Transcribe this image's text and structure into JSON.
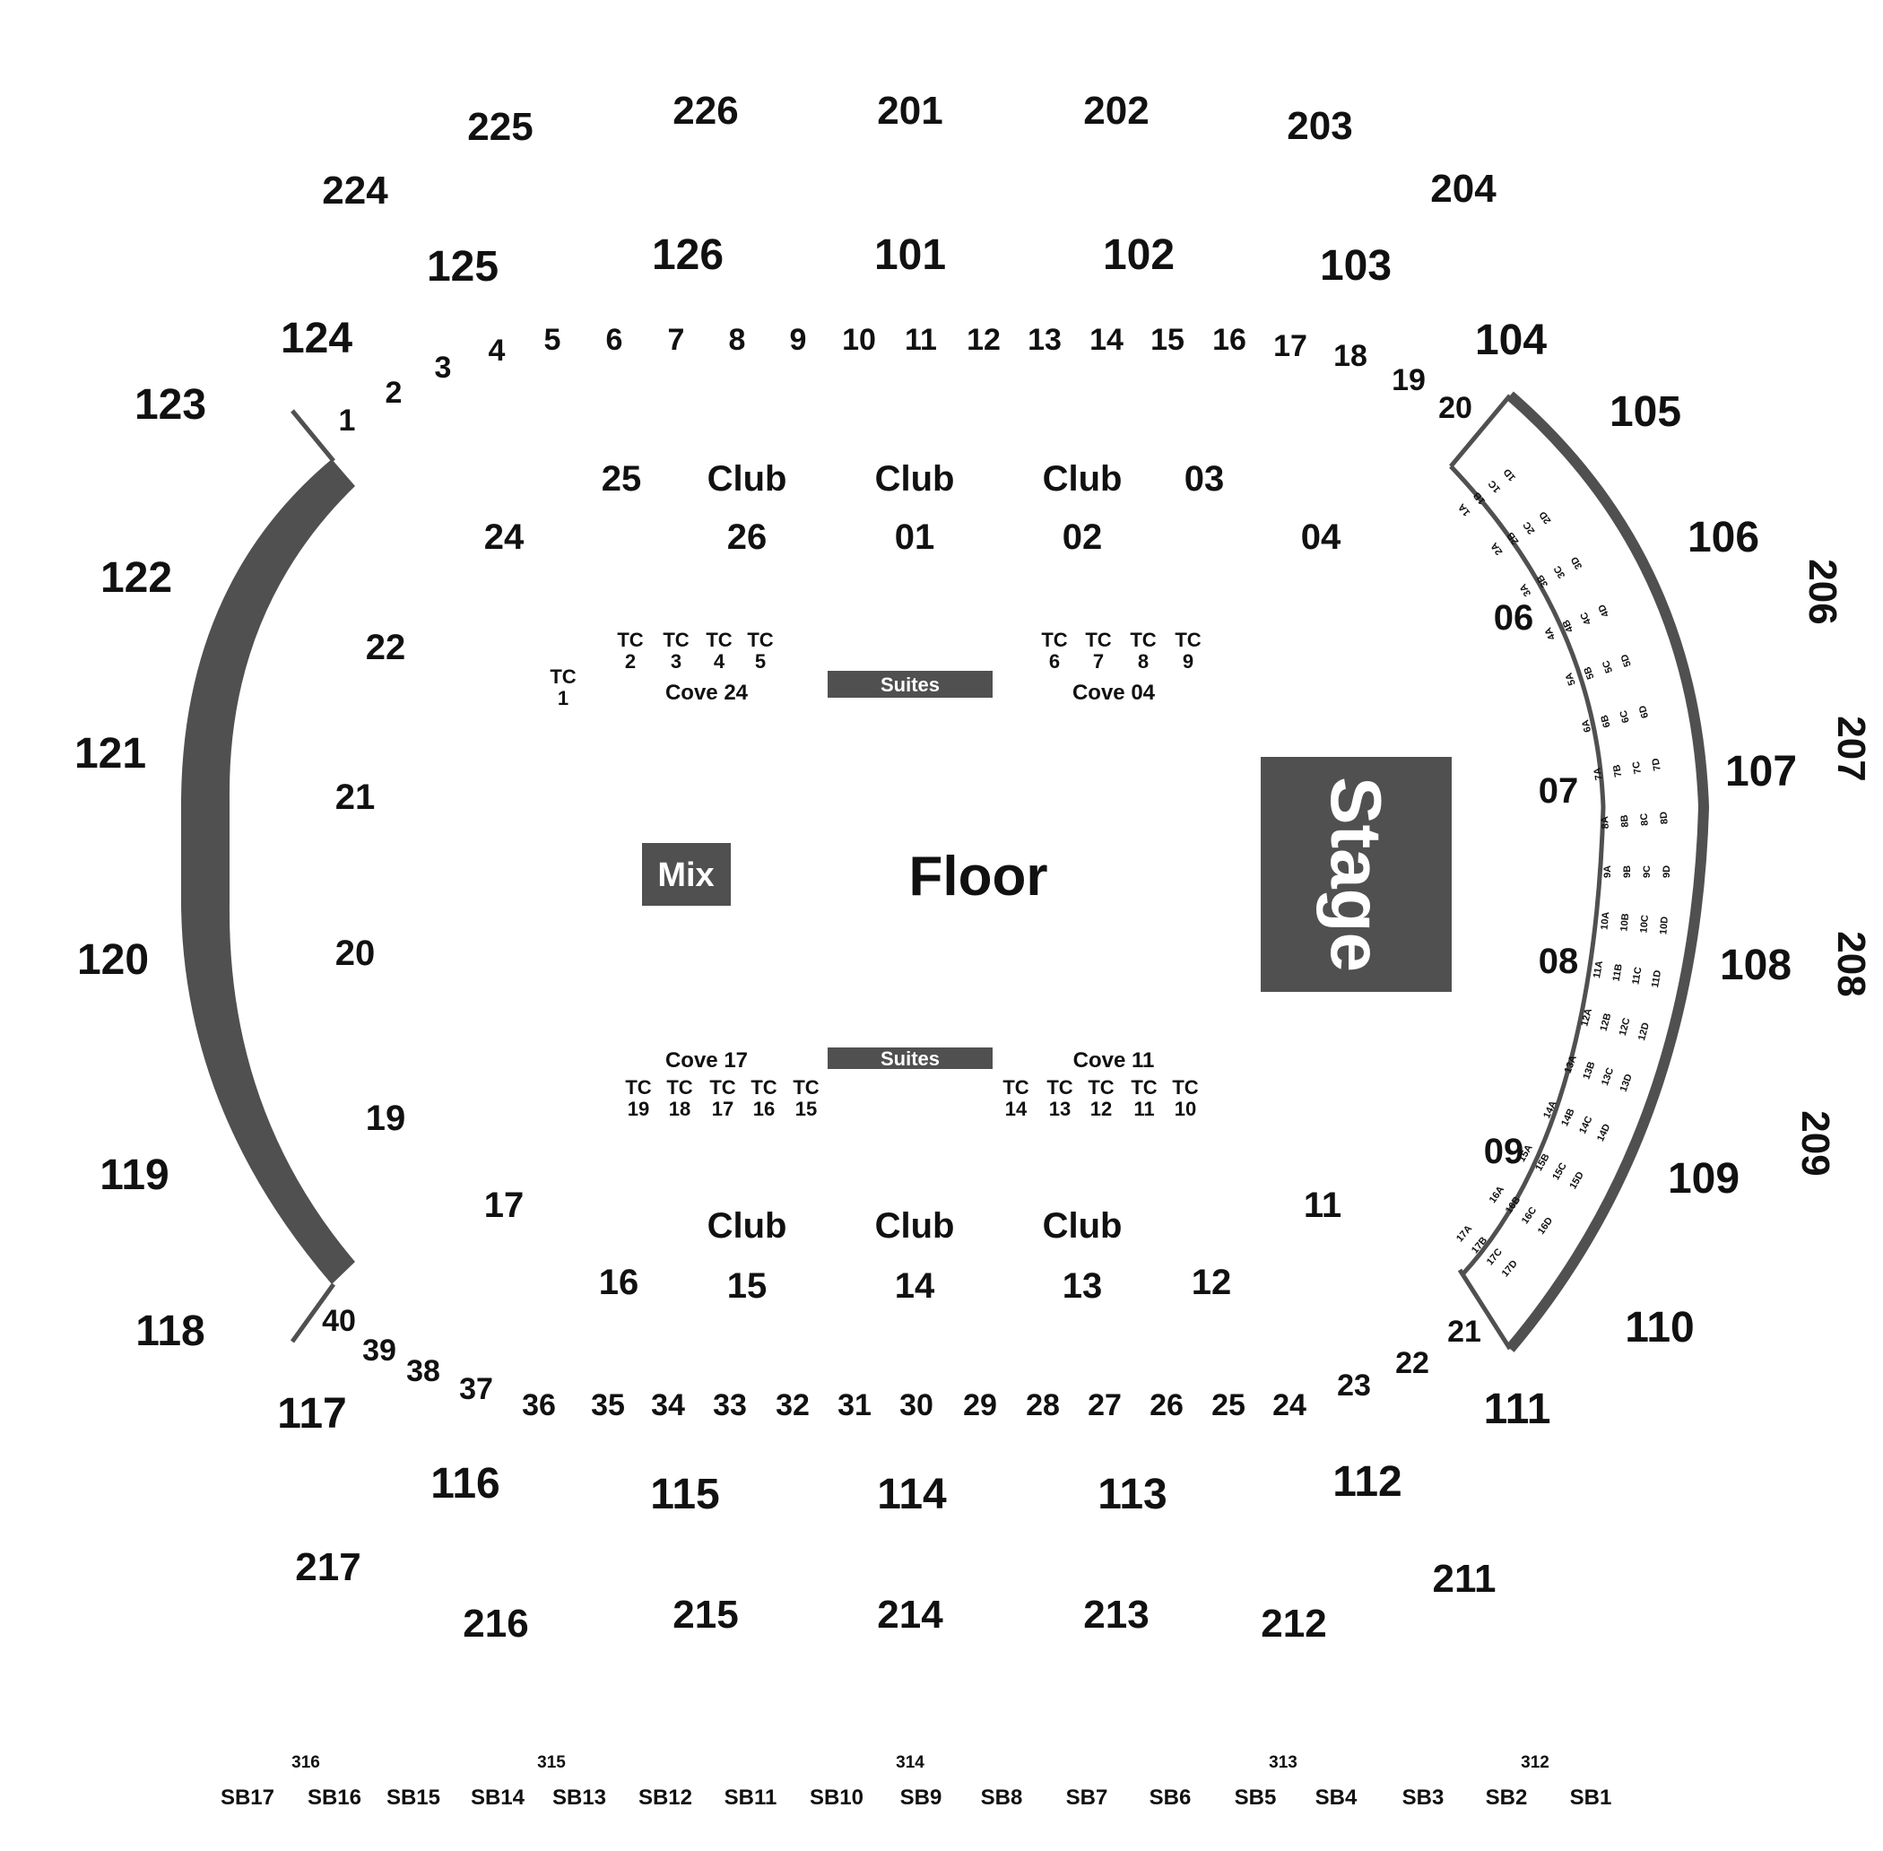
{
  "map": {
    "floor_label": "Floor",
    "mix_label": "Mix",
    "stage_label": "Stage",
    "suites_labels": [
      "Suites",
      "Suites"
    ],
    "cove_labels": [
      "Cove 24",
      "Cove 04",
      "Cove 17",
      "Cove 11"
    ],
    "level_100_sections": [
      "101",
      "102",
      "103",
      "104",
      "105",
      "106",
      "107",
      "108",
      "109",
      "110",
      "111",
      "112",
      "113",
      "114",
      "115",
      "116",
      "117",
      "118",
      "119",
      "120",
      "121",
      "122",
      "123",
      "124",
      "125",
      "126"
    ],
    "level_200_sections": [
      "201",
      "202",
      "203",
      "204",
      "206",
      "207",
      "208",
      "209",
      "211",
      "212",
      "213",
      "214",
      "215",
      "216",
      "217",
      "224",
      "225",
      "226"
    ],
    "level_300_sections": [
      "312",
      "313",
      "314",
      "315",
      "316"
    ],
    "suite_boxes_top": [
      "1",
      "2",
      "3",
      "4",
      "5",
      "6",
      "7",
      "8",
      "9",
      "10",
      "11",
      "12",
      "13",
      "14",
      "15",
      "16",
      "17",
      "18",
      "19",
      "20"
    ],
    "suite_boxes_bottom": [
      "21",
      "22",
      "23",
      "24",
      "25",
      "26",
      "27",
      "28",
      "29",
      "30",
      "31",
      "32",
      "33",
      "34",
      "35",
      "36",
      "37",
      "38",
      "39",
      "40"
    ],
    "suite_sections": [
      "25",
      "24",
      "22",
      "21",
      "20",
      "19",
      "17",
      "16",
      "03",
      "04",
      "06",
      "07",
      "08",
      "09",
      "11",
      "12"
    ],
    "club_sections": [
      {
        "label": "Club",
        "number": "26"
      },
      {
        "label": "Club",
        "number": "01"
      },
      {
        "label": "Club",
        "number": "02"
      },
      {
        "label": "Club",
        "number": "15"
      },
      {
        "label": "Club",
        "number": "14"
      },
      {
        "label": "Club",
        "number": "13"
      }
    ],
    "tc_prefix": "TC",
    "tables_top_left": [
      "1",
      "2",
      "3",
      "4",
      "5"
    ],
    "tables_top_right": [
      "6",
      "7",
      "8",
      "9"
    ],
    "tables_bottom_left": [
      "19",
      "18",
      "17",
      "16",
      "15"
    ],
    "tables_bottom_right": [
      "14",
      "13",
      "12",
      "11",
      "10"
    ],
    "sky_boxes": [
      "SB17",
      "SB16",
      "SB15",
      "SB14",
      "SB13",
      "SB12",
      "SB11",
      "SB10",
      "SB9",
      "SB8",
      "SB7",
      "SB6",
      "SB5",
      "SB4",
      "SB3",
      "SB2",
      "SB1"
    ],
    "riser_rows": [
      "1",
      "2",
      "3",
      "4",
      "5",
      "6",
      "7",
      "8",
      "9",
      "10",
      "11",
      "12",
      "13",
      "14",
      "15",
      "16",
      "17"
    ],
    "riser_seats": [
      "A",
      "B",
      "C",
      "D"
    ],
    "colors": {
      "structure": "#505050",
      "text": "#111111",
      "background": "#ffffff"
    }
  }
}
